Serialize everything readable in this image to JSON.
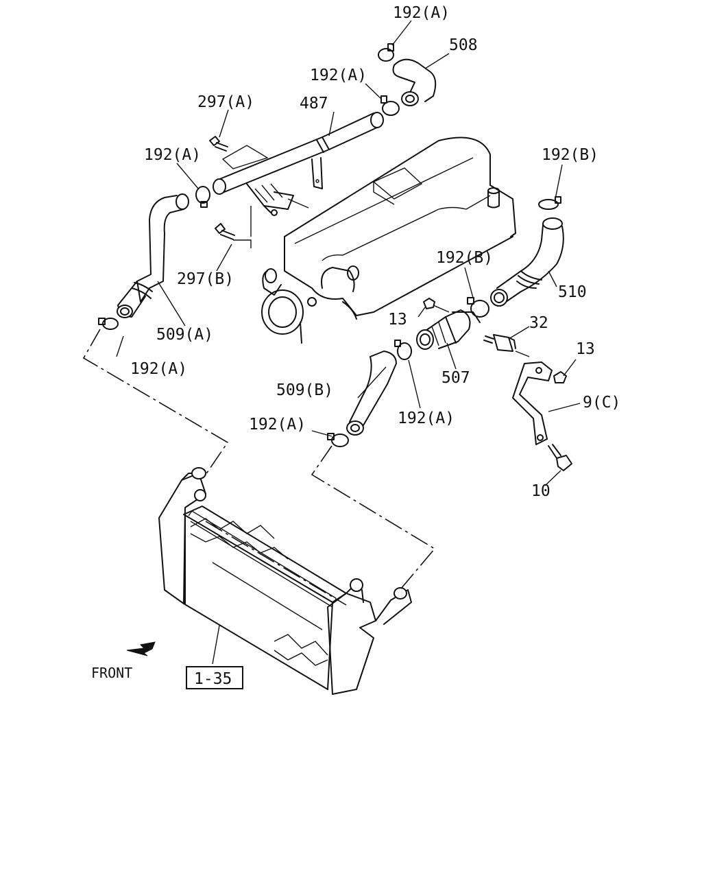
{
  "labels": {
    "l192a_top": "192(A)",
    "l508": "508",
    "l192a_upper": "192(A)",
    "l487": "487",
    "l297a": "297(A)",
    "l192a_left": "192(A)",
    "l192b_right": "192(B)",
    "l297b": "297(B)",
    "l192b_mid": "192(B)",
    "l510": "510",
    "l13_mid": "13",
    "l32": "32",
    "l509a": "509(A)",
    "l13_right": "13",
    "l192a_lower_left": "192(A)",
    "l507": "507",
    "l509b": "509(B)",
    "l9c": "9(C)",
    "l192a_center": "192(A)",
    "l192a_bottom": "192(A)",
    "l10": "10",
    "front": "FRONT",
    "ref_box": "1-35"
  }
}
